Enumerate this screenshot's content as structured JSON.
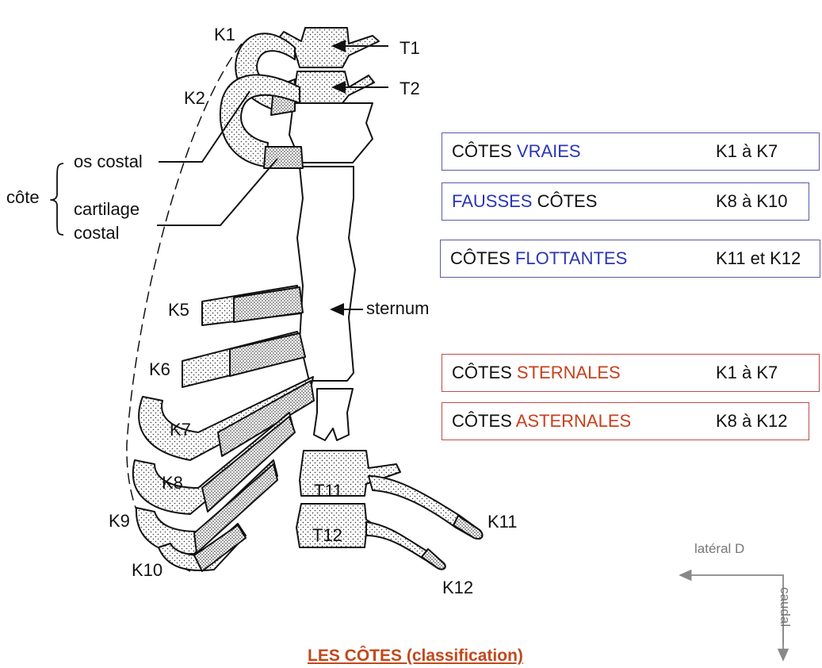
{
  "title": "LES CÔTES (classification)",
  "colors": {
    "blue": "#2a35b5",
    "red": "#c8401c",
    "orientation": "#777777"
  },
  "labels": {
    "K1": "K1",
    "K2": "K2",
    "K5": "K5",
    "K6": "K6",
    "K7": "K7",
    "K8": "K8",
    "K9": "K9",
    "K10": "K10",
    "K11": "K11",
    "K12": "K12",
    "T1": "T1",
    "T2": "T2",
    "T11": "T11",
    "T12": "T12",
    "sternum": "sternum",
    "cote": "côte",
    "os_costal": "os costal",
    "cartilage_costal_1": "cartilage",
    "cartilage_costal_2": "costal"
  },
  "classification": [
    {
      "prefix": "CÔTES ",
      "highlight": "VRAIES",
      "suffix": "",
      "range": "K1 à K7"
    },
    {
      "prefix": "",
      "highlight": "FAUSSES",
      "suffix": " CÔTES",
      "range": "K8 à K10"
    },
    {
      "prefix": "CÔTES ",
      "highlight": "FLOTTANTES",
      "suffix": "",
      "range": "K11 et K12"
    },
    {
      "prefix": "CÔTES ",
      "highlight": "STERNALES",
      "suffix": "",
      "range": "K1 à K7"
    },
    {
      "prefix": "CÔTES ",
      "highlight": "ASTERNALES",
      "suffix": "",
      "range": "K8 à K12"
    }
  ],
  "orientation": {
    "lateral": "latéral D",
    "caudal": "caudal"
  }
}
